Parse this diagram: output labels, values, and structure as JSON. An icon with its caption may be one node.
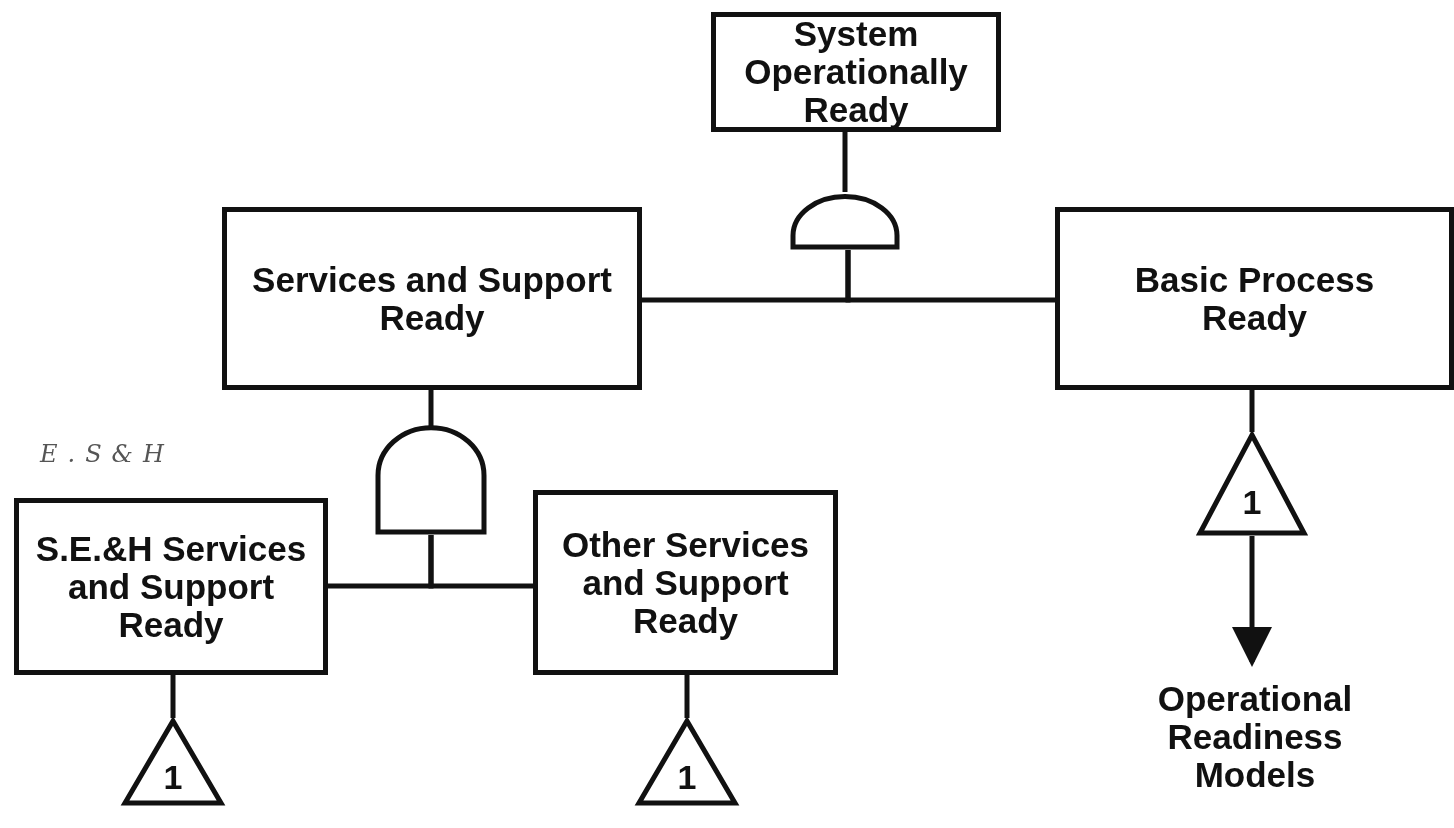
{
  "diagram": {
    "nodes": [
      {
        "text": [
          "System Operationally Ready"
        ]
      },
      {
        "text": [],
        "shape": "gate"
      },
      {
        "text": [
          "Services and Support Ready"
        ]
      },
      {
        "text": [
          "Basic Process Ready"
        ]
      },
      {
        "text": [],
        "shape": "gate"
      },
      {
        "text": [
          "S.E.&H Services and Support Ready"
        ]
      },
      {
        "text": [
          "Other Services and Support Ready"
        ]
      },
      {
        "text": [
          "1"
        ]
      },
      {
        "text": [
          "Operational Readiness Models"
        ]
      },
      {
        "text": [
          "1"
        ]
      },
      {
        "text": [
          "1"
        ]
      }
    ],
    "edges": [
      {
        "from": 1,
        "to": 0,
        "arrow": "none"
      },
      {
        "from": 2,
        "to": 1,
        "arrow": "none"
      },
      {
        "from": 3,
        "to": 1,
        "arrow": "none"
      },
      {
        "from": 4,
        "to": 2,
        "arrow": "none"
      },
      {
        "from": 5,
        "to": 4,
        "arrow": "none"
      },
      {
        "from": 6,
        "to": 4,
        "arrow": "none"
      },
      {
        "from": 3,
        "to": 7,
        "arrow": "none"
      },
      {
        "from": 7,
        "to": 8,
        "arrow": "to"
      },
      {
        "from": 5,
        "to": 9,
        "arrow": "none"
      },
      {
        "from": 6,
        "to": 10,
        "arrow": "none"
      }
    ],
    "labels": [
      "E.S&H"
    ]
  }
}
